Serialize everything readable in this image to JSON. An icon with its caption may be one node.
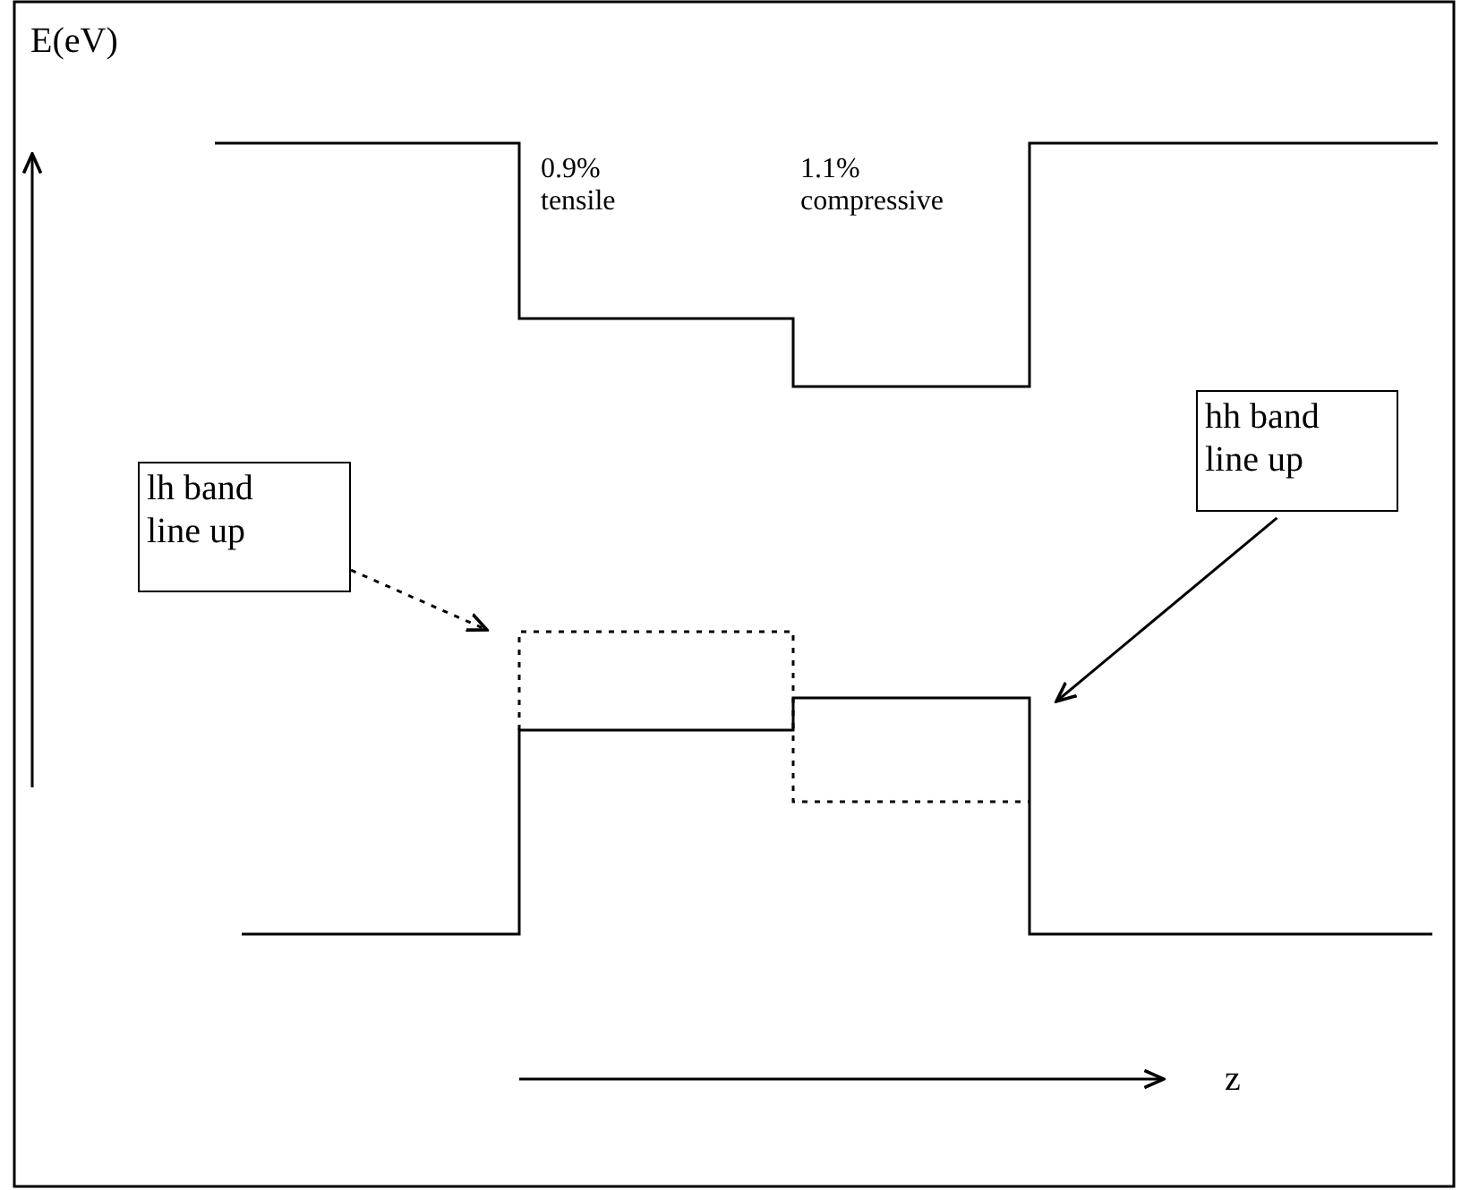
{
  "diagram": {
    "nodes": [
      {
        "text": [
          "lh band line up"
        ]
      },
      {
        "text": [
          "hh band line up"
        ]
      }
    ],
    "edges": [
      {
        "from": 0,
        "to": null,
        "arrow": "to",
        "style": "dashed"
      },
      {
        "from": 1,
        "to": null,
        "arrow": "to"
      }
    ],
    "labels": [
      "E(eV)",
      "0.9% tensile",
      "1.1% compressive",
      "z"
    ]
  }
}
